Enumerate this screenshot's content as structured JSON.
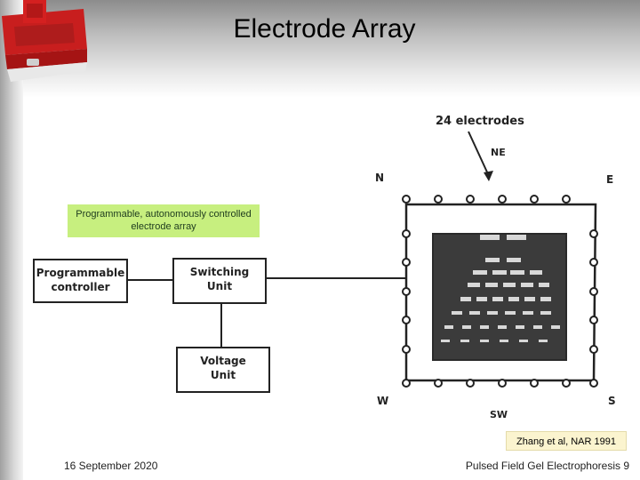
{
  "slide": {
    "title": "Electrode Array",
    "callout": "Programmable, autonomously controlled electrode array",
    "citation": "Zhang et al, NAR 1991",
    "footer_date": "16 September 2020",
    "footer_right": "Pulsed Field Gel Electrophoresis 9"
  },
  "diagram": {
    "electrodes_label": "24 electrodes",
    "compass": {
      "n": "N",
      "ne": "NE",
      "e": "E",
      "w": "W",
      "sw": "SW",
      "s": "S"
    },
    "boxes": {
      "programmable_controller": [
        "Programmable",
        "controller"
      ],
      "switching_unit": [
        "Switching",
        "Unit"
      ],
      "voltage_unit": [
        "Voltage",
        "Unit"
      ]
    }
  }
}
